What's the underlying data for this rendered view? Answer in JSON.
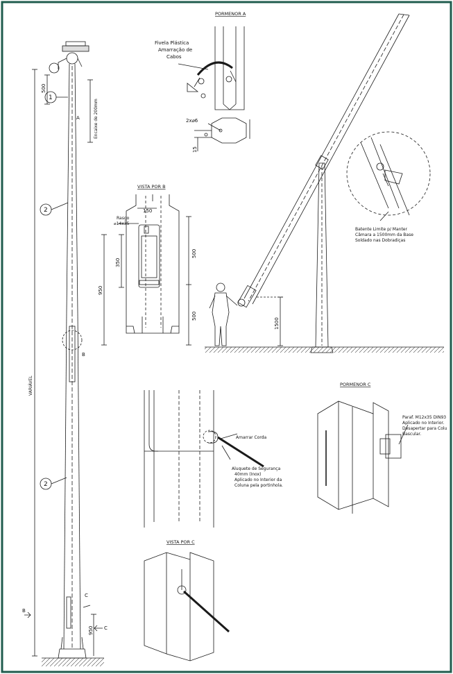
{
  "frame_color": "#1f5c4e",
  "line_color": "#1a1a1a",
  "titles": {
    "pormenor_a": "PORMENOR A",
    "vista_por_b": "VISTA POR B",
    "pormenor_c": "PORMENOR C",
    "vista_por_c": "VISTA POR C"
  },
  "callouts": {
    "one": "1",
    "two_upper": "2",
    "two_lower": "2",
    "a": "A",
    "b_mid": "B",
    "b_left": "B",
    "c_top": "C",
    "c_right": "C"
  },
  "dimensions": {
    "top_500": "500",
    "encaixe": "Encaixe de 200mm",
    "variavel": "VARIÁVEL",
    "base_950": "950",
    "b_150": "150",
    "b_350": "350",
    "b_950": "950",
    "b_500_top": "500",
    "b_500_bottom": "500",
    "height_1500": "1500",
    "a_15": "15",
    "a_2x6": "2x⌀6"
  },
  "notes": {
    "fivela": [
      "Fivela Plástica",
      "Amarração de",
      "Cabos"
    ],
    "rasgo": [
      "Rasgo",
      "⌀14x35"
    ],
    "batente": [
      "Batente Limite p/ Manter",
      "Câmara a 1500mm da Base",
      "Soldado nas Dobradiças"
    ],
    "amarrar": "Amarrar Corda",
    "aluquete": [
      "Aluquete de Segurança",
      "40mm (Inox)",
      "Aplicado no Interior da",
      "Coluna pela portinhola."
    ],
    "paraf": [
      "Paraf. M12x35 DIN93",
      "Aplicado no Interior.",
      "Desapertar para Colu",
      "Bascular."
    ]
  }
}
